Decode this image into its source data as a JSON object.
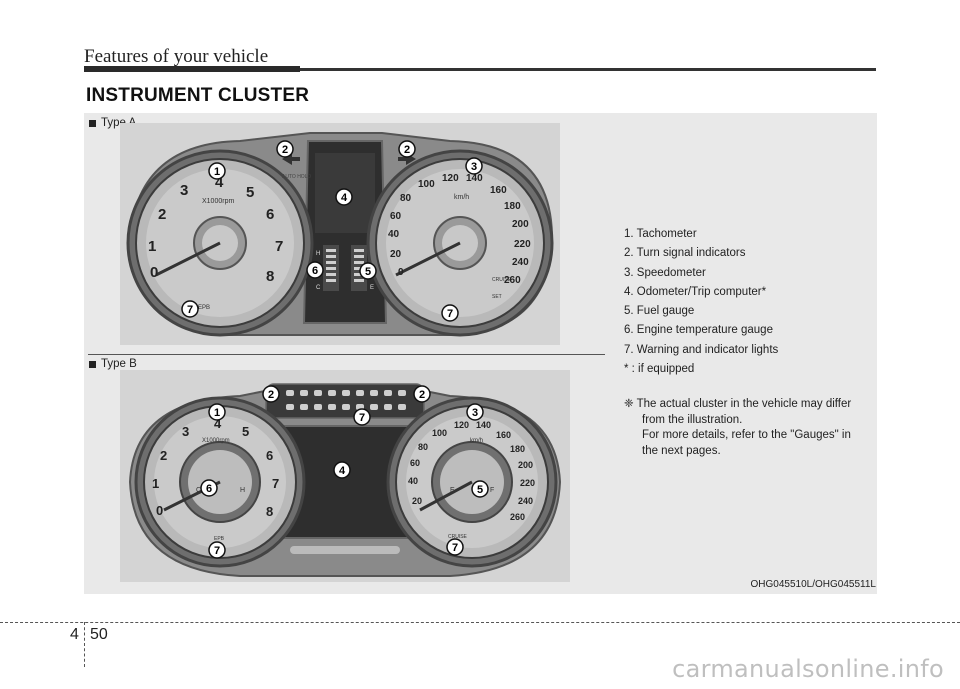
{
  "header": {
    "title": "Features of your vehicle"
  },
  "section": {
    "title": "INSTRUMENT CLUSTER"
  },
  "figure": {
    "type_a_label": "Type A",
    "type_b_label": "Type B",
    "image_code": "OHG045510L/OHG045511L",
    "gauge_text": {
      "tach_unit": "X1000rpm",
      "speed_unit": "km/h",
      "epb": "EPB",
      "cruise": "CRUISE",
      "set": "SET",
      "auto_hold": "AUTO HOLD",
      "h": "H",
      "c": "C",
      "f": "F",
      "e": "E"
    }
  },
  "legend": {
    "items": [
      "1. Tachometer",
      "2. Turn signal indicators",
      "3. Speedometer",
      "4. Odometer/Trip computer*",
      "5. Fuel gauge",
      "6. Engine temperature gauge",
      "7. Warning and indicator lights",
      "* : if equipped"
    ]
  },
  "note": {
    "symbol": "❈",
    "line1": "The actual cluster in the vehicle may differ",
    "lines": [
      "from the illustration.",
      "For more details, refer to the \"Gauges\" in",
      "the next pages."
    ]
  },
  "footer": {
    "chapter": "4",
    "page": "50"
  },
  "watermark": "carmanualsonline.info"
}
